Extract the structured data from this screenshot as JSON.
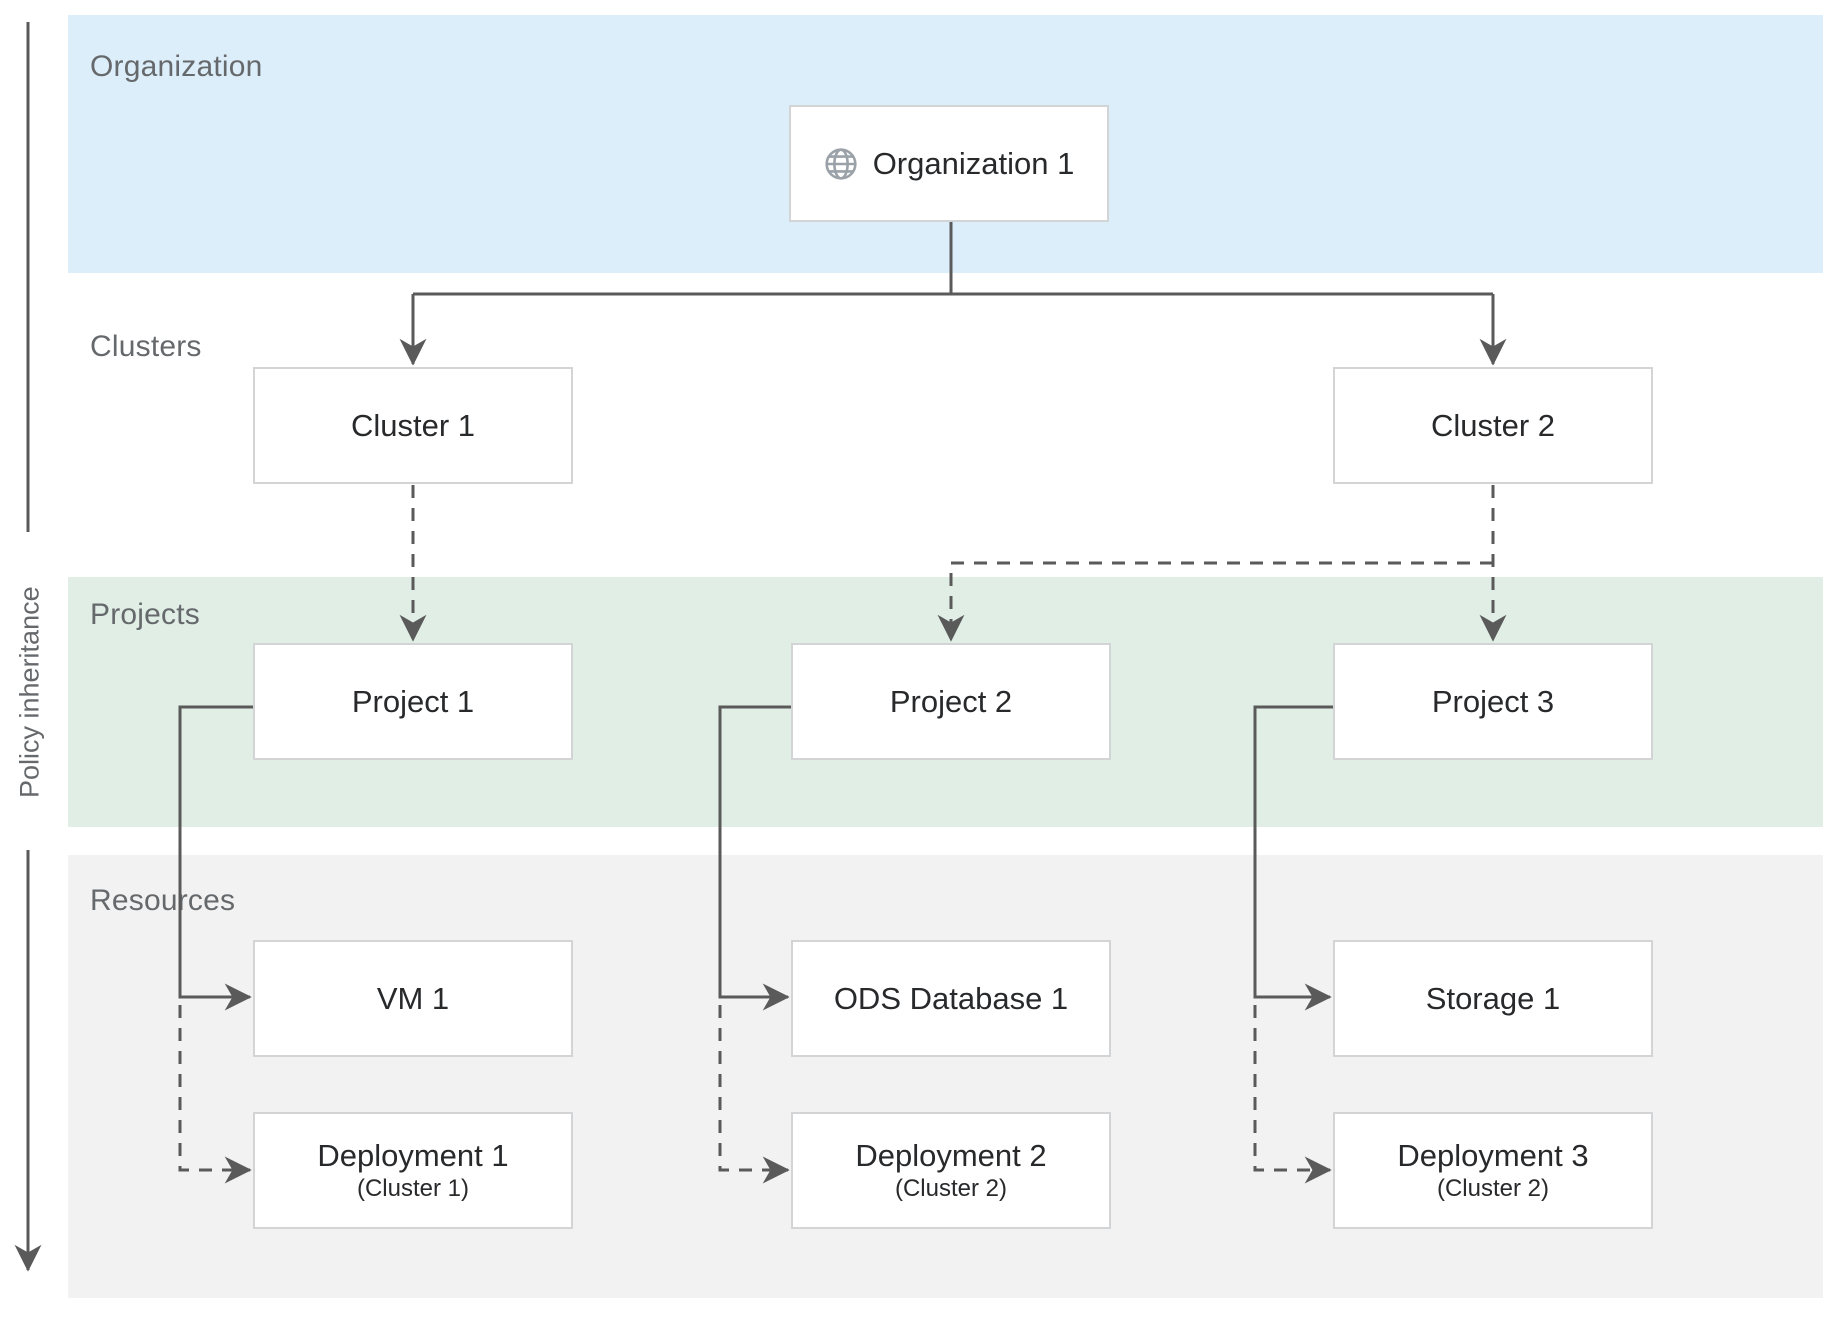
{
  "diagram": {
    "policy_axis_label": "Policy inheritance",
    "bands": {
      "organization": {
        "label": "Organization",
        "color": "#dceefa"
      },
      "clusters": {
        "label": "Clusters",
        "color": "#ffffff"
      },
      "projects": {
        "label": "Projects",
        "color": "#e0eee6"
      },
      "resources": {
        "label": "Resources",
        "color": "#f2f2f2"
      }
    },
    "nodes": {
      "organization": {
        "label": "Organization 1",
        "icon": "globe-icon"
      },
      "cluster1": {
        "label": "Cluster 1"
      },
      "cluster2": {
        "label": "Cluster 2"
      },
      "project1": {
        "label": "Project 1"
      },
      "project2": {
        "label": "Project 2"
      },
      "project3": {
        "label": "Project 3"
      },
      "vm1": {
        "label": "VM 1"
      },
      "ods1": {
        "label": "ODS Database 1"
      },
      "storage1": {
        "label": "Storage 1"
      },
      "deployment1": {
        "label": "Deployment 1",
        "sublabel": "(Cluster 1)"
      },
      "deployment2": {
        "label": "Deployment 2",
        "sublabel": "(Cluster 2)"
      },
      "deployment3": {
        "label": "Deployment 3",
        "sublabel": "(Cluster 2)"
      }
    },
    "colors": {
      "connector_line": "#5a5a5a",
      "box_border": "#d3d4d6",
      "box_text": "#28292b",
      "band_label_text": "#66696c",
      "globe_icon": "#9aa1a8"
    }
  }
}
